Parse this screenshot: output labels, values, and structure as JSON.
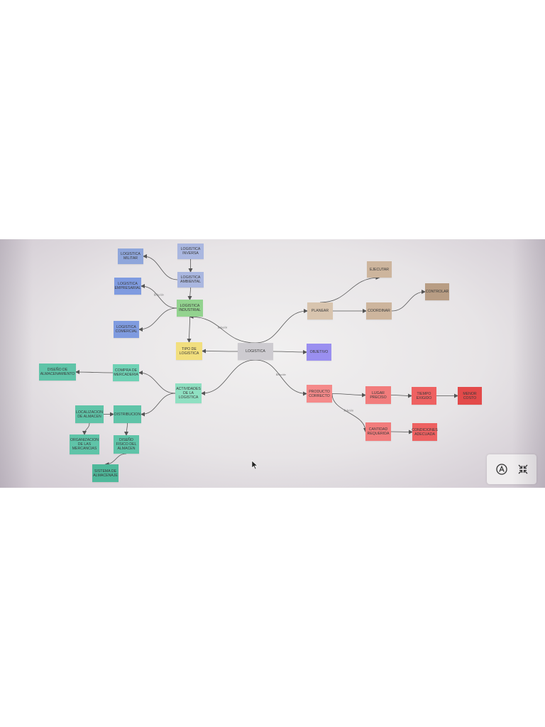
{
  "diagram": {
    "nodes": [
      {
        "id": "logistica",
        "label": "LOGISTICA",
        "color": "#cdcbd0"
      },
      {
        "id": "inversa",
        "label": "LOGISTICA\nINVERSA",
        "color": "#aab7e0"
      },
      {
        "id": "ambiental",
        "label": "LOGISTICA\nAMBIENTAL",
        "color": "#aab7e0"
      },
      {
        "id": "militar",
        "label": "LOGISTICA\nMILITAR",
        "color": "#8fa6db"
      },
      {
        "id": "empresarial",
        "label": "LOGISTICA\nEMPRESARIAL",
        "color": "#7f9be0"
      },
      {
        "id": "industrial",
        "label": "LOGISTICA\nINDUSTRIAL",
        "color": "#93d38f"
      },
      {
        "id": "comercial",
        "label": "LOGISTICA\nCOMERCIAL",
        "color": "#7f9be0"
      },
      {
        "id": "tipo",
        "label": "TIPO DE\nLOGISTICA",
        "color": "#f2df7e"
      },
      {
        "id": "actividades",
        "label": "ACTIVIDADES\nDE LA\nLOGISTICA",
        "color": "#8fe0c2"
      },
      {
        "id": "compra",
        "label": "COMPRA DE\nMERCADERIA",
        "color": "#6fd2b5"
      },
      {
        "id": "diseno_alm",
        "label": "DISEÑO DE\nALMACENAMIENTO",
        "color": "#5fc4a8"
      },
      {
        "id": "distribucion",
        "label": "DISTRIBUCION",
        "color": "#5fc4a8"
      },
      {
        "id": "localizacion",
        "label": "LOCALIZACION\nDE ALMACEN",
        "color": "#5fc4a8"
      },
      {
        "id": "organizacion",
        "label": "ORGANIZACION\nDE LAS\nMERCANCIAS",
        "color": "#5fc4a8"
      },
      {
        "id": "diseno_fisico",
        "label": "DISEÑO\nFISICO DEL\nALMACEN",
        "color": "#5fc4a8"
      },
      {
        "id": "sistema",
        "label": "SISTEMA DE\nALMACENAJE",
        "color": "#4fb99b"
      },
      {
        "id": "planear",
        "label": "PLANEAR",
        "color": "#d8c4ae"
      },
      {
        "id": "ejecutar",
        "label": "EJECUTAR",
        "color": "#cdb59d"
      },
      {
        "id": "coordinar",
        "label": "COORDINAR",
        "color": "#cdb59d"
      },
      {
        "id": "controlar",
        "label": "CONTROLAR",
        "color": "#b89d84"
      },
      {
        "id": "objetivo",
        "label": "OBJETIVO",
        "color": "#9a8ff0"
      },
      {
        "id": "producto",
        "label": "PRODUCTO\nCORRECTO",
        "color": "#f58a8a"
      },
      {
        "id": "lugar",
        "label": "LUGAR\nPRECISO",
        "color": "#f27c7c"
      },
      {
        "id": "tiempo",
        "label": "TIEMPO\nEXIGIDO",
        "color": "#ee6161"
      },
      {
        "id": "menor",
        "label": "MENOR\nCOSTO",
        "color": "#e34a4a"
      },
      {
        "id": "cantidad",
        "label": "CANTIDAD\nREQUERIDA",
        "color": "#f27c7c"
      },
      {
        "id": "condiciones",
        "label": "CONDICIONES\nADECUADA",
        "color": "#ee6161"
      }
    ],
    "edges": [
      {
        "from": "logistica",
        "to": "tipo"
      },
      {
        "from": "logistica",
        "to": "industrial",
        "label": "Relación"
      },
      {
        "from": "logistica",
        "to": "actividades"
      },
      {
        "from": "logistica",
        "to": "planear"
      },
      {
        "from": "logistica",
        "to": "objetivo"
      },
      {
        "from": "logistica",
        "to": "producto",
        "label": "Relación"
      },
      {
        "from": "inversa",
        "to": "ambiental"
      },
      {
        "from": "ambiental",
        "to": "industrial"
      },
      {
        "from": "ambiental",
        "to": "militar"
      },
      {
        "from": "industrial",
        "to": "empresarial",
        "label": "Relación"
      },
      {
        "from": "industrial",
        "to": "comercial"
      },
      {
        "from": "industrial",
        "to": "tipo"
      },
      {
        "from": "actividades",
        "to": "compra"
      },
      {
        "from": "actividades",
        "to": "distribucion"
      },
      {
        "from": "compra",
        "to": "diseno_alm"
      },
      {
        "from": "localizacion",
        "to": "distribucion"
      },
      {
        "from": "localizacion",
        "to": "organizacion"
      },
      {
        "from": "distribucion",
        "to": "diseno_fisico"
      },
      {
        "from": "diseno_fisico",
        "to": "sistema"
      },
      {
        "from": "planear",
        "to": "ejecutar"
      },
      {
        "from": "planear",
        "to": "coordinar"
      },
      {
        "from": "coordinar",
        "to": "controlar"
      },
      {
        "from": "producto",
        "to": "lugar"
      },
      {
        "from": "producto",
        "to": "cantidad",
        "label": "Relación"
      },
      {
        "from": "lugar",
        "to": "tiempo"
      },
      {
        "from": "tiempo",
        "to": "menor"
      },
      {
        "from": "cantidad",
        "to": "condiciones"
      }
    ]
  },
  "toolbar": {
    "tools": [
      {
        "icon": "pen-circle-icon",
        "glyph": "Ⓐ"
      },
      {
        "icon": "collapse-arrows-icon",
        "glyph": "⤡"
      }
    ]
  },
  "colors": {
    "link": "#555555",
    "background": "#eceaeb"
  }
}
